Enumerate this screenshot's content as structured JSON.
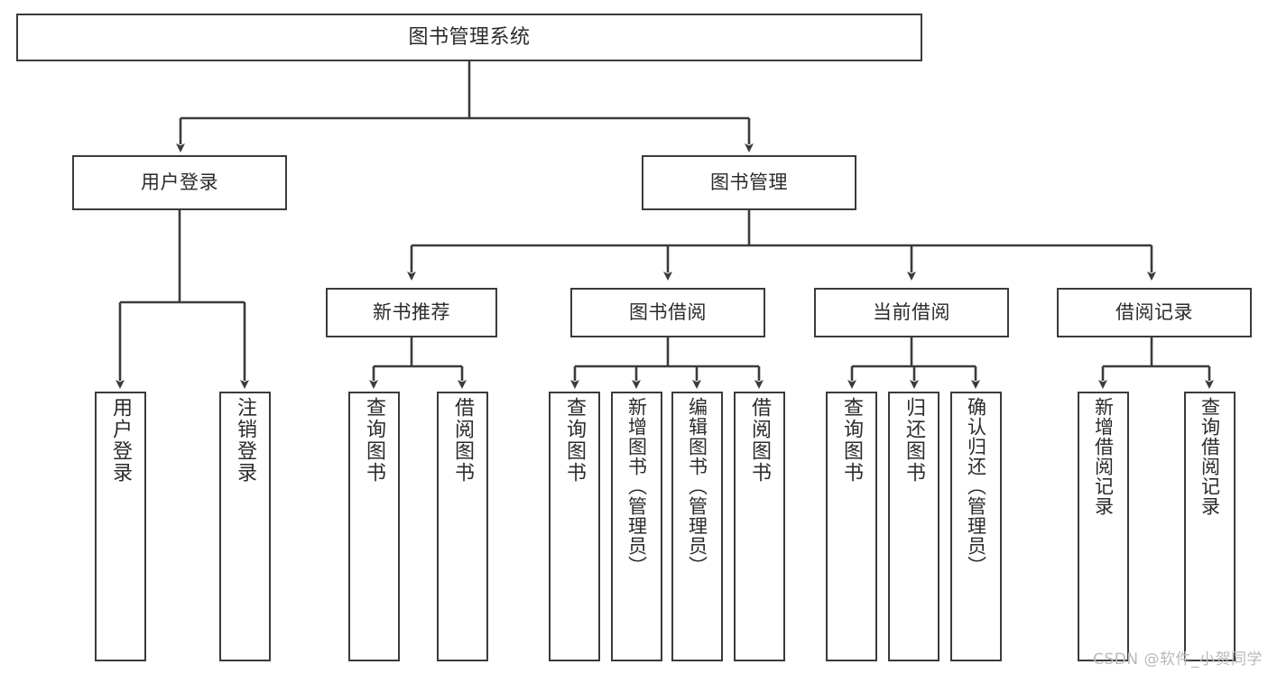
{
  "diagram": {
    "title": "图书管理系统",
    "type": "tree-hierarchy",
    "watermark": "CSDN @软件_小贺同学",
    "colors": {
      "stroke": "#3b3b3b",
      "fill": "#ffffff",
      "text": "#2b2b2b",
      "watermark": "#b9b9b9"
    },
    "nodes": {
      "root": {
        "label": "图书管理系统"
      },
      "level2": [
        {
          "id": "user-login",
          "label": "用户登录"
        },
        {
          "id": "book-management",
          "label": "图书管理"
        }
      ],
      "level3": [
        {
          "id": "new-book-recommend",
          "label": "新书推荐"
        },
        {
          "id": "book-borrow",
          "label": "图书借阅"
        },
        {
          "id": "current-borrow",
          "label": "当前借阅"
        },
        {
          "id": "borrow-record",
          "label": "借阅记录"
        }
      ],
      "leaves": {
        "user-login": [
          {
            "id": "leaf-user-login",
            "label": "用户登录"
          },
          {
            "id": "leaf-user-logout",
            "label": "注销登录"
          }
        ],
        "new-book-recommend": [
          {
            "id": "leaf-query-book-1",
            "label": "查询图书"
          },
          {
            "id": "leaf-borrow-book-1",
            "label": "借阅图书"
          }
        ],
        "book-borrow": [
          {
            "id": "leaf-query-book-2",
            "label": "查询图书"
          },
          {
            "id": "leaf-add-book",
            "label": "新增图书（管理员）"
          },
          {
            "id": "leaf-edit-book",
            "label": "编辑图书（管理员）"
          },
          {
            "id": "leaf-borrow-book-2",
            "label": "借阅图书"
          }
        ],
        "current-borrow": [
          {
            "id": "leaf-query-book-3",
            "label": "查询图书"
          },
          {
            "id": "leaf-return-book",
            "label": "归还图书"
          },
          {
            "id": "leaf-confirm-return",
            "label": "确认归还（管理员）"
          }
        ],
        "borrow-record": [
          {
            "id": "leaf-add-record",
            "label": "新增借阅记录"
          },
          {
            "id": "leaf-query-record",
            "label": "查询借阅记录"
          }
        ]
      }
    }
  }
}
